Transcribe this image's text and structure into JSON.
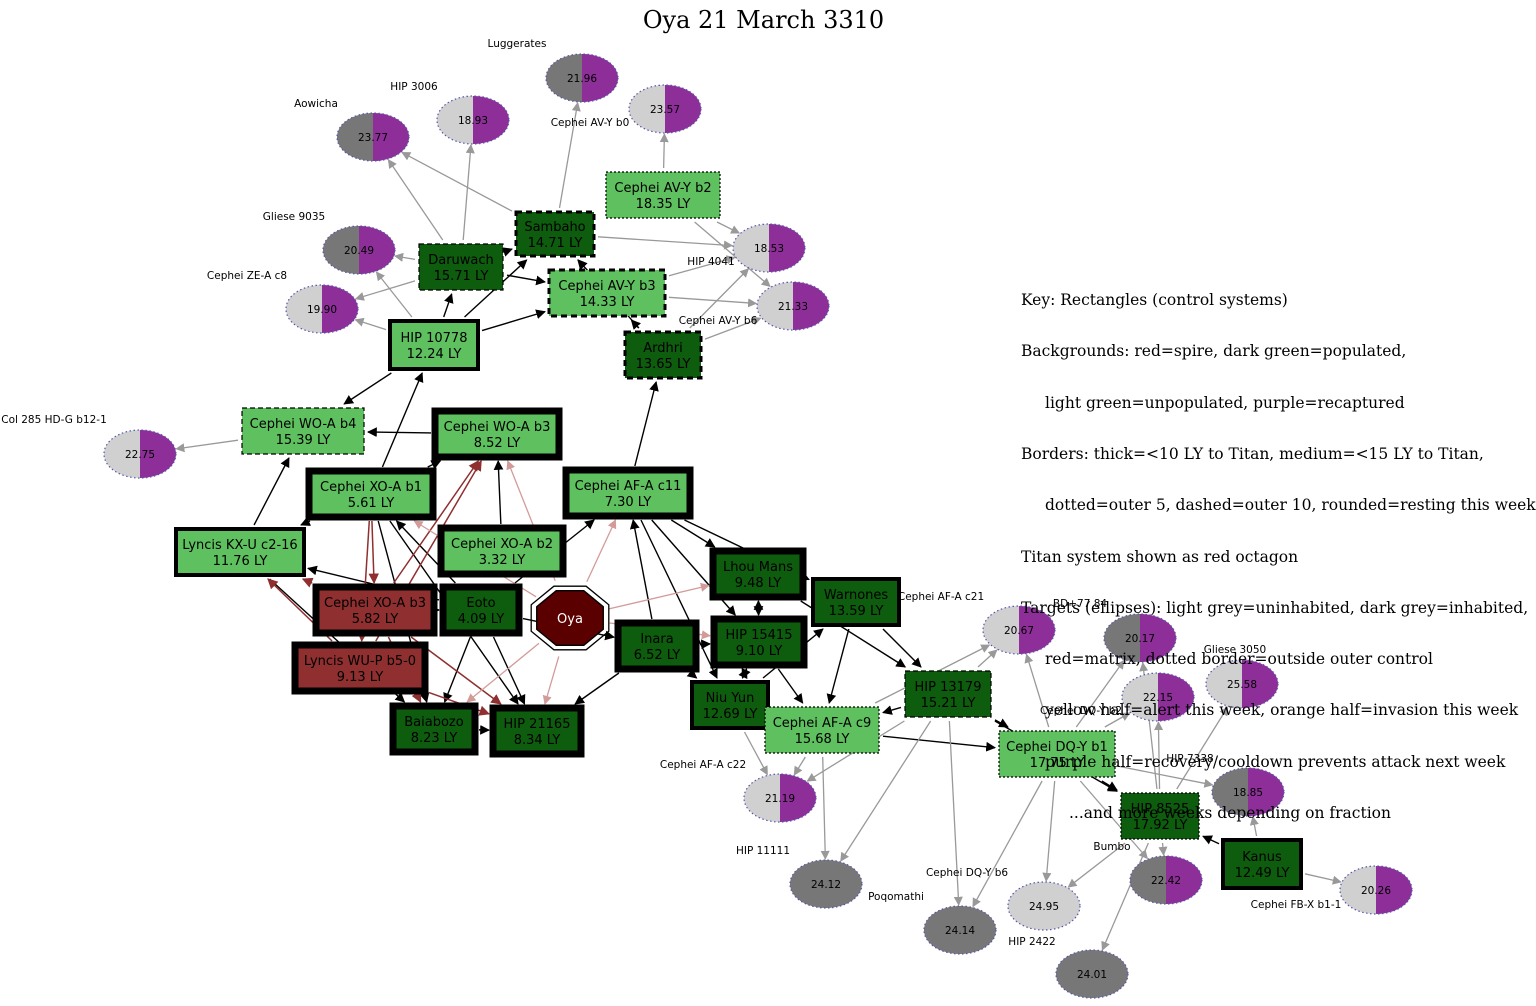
{
  "title": "Oya 21 March 3310",
  "colors": {
    "populated": "#0e5c0e",
    "unpopulated": "#5ec05e",
    "spire": "#8f2f2f",
    "titan": "#5a0000",
    "uninhabited": "#d0d0d0",
    "inhabited": "#777777",
    "recovery": "#8e2f99",
    "edge_control": "#000000",
    "edge_target": "#999999",
    "edge_titan": "#d49a9a",
    "edge_spire": "#8f2f2f"
  },
  "key": [
    "Key: Rectangles (control systems)",
    "Backgrounds: red=spire, dark green=populated,",
    "light green=unpopulated, purple=recaptured",
    "Borders: thick=<10 LY to Titan, medium=<15 LY to Titan,",
    "dotted=outer 5, dashed=outer 10, rounded=resting this week",
    "Titan system shown as red octagon",
    "Targets (ellipses): light grey=uninhabited, dark grey=inhabited,",
    "red=matrix, dotted border=outside outer control",
    "yellow half=alert this week, orange half=invasion this week",
    "purple half=recovery/cooldown prevents attack next week",
    "...and more weeks depending on fraction"
  ],
  "titan": {
    "id": "oya",
    "name": "Oya"
  },
  "systems": [
    {
      "id": "sambaho",
      "name": "Sambaho",
      "dist": "14.71 LY",
      "bg": "populated",
      "border": "medium-dashed"
    },
    {
      "id": "cephei-av-y-b2",
      "name": "Cephei AV-Y b2",
      "dist": "18.35 LY",
      "bg": "unpopulated",
      "border": "dotted"
    },
    {
      "id": "daruwach",
      "name": "Daruwach",
      "dist": "15.71 LY",
      "bg": "populated",
      "border": "dashed"
    },
    {
      "id": "cephei-av-y-b3",
      "name": "Cephei AV-Y b3",
      "dist": "14.33 LY",
      "bg": "unpopulated",
      "border": "medium-dashed"
    },
    {
      "id": "hip-10778",
      "name": "HIP 10778",
      "dist": "12.24 LY",
      "bg": "unpopulated",
      "border": "medium"
    },
    {
      "id": "ardhri",
      "name": "Ardhri",
      "dist": "13.65 LY",
      "bg": "populated",
      "border": "medium-dashed"
    },
    {
      "id": "cephei-wo-a-b4",
      "name": "Cephei WO-A b4",
      "dist": "15.39 LY",
      "bg": "unpopulated",
      "border": "dashed"
    },
    {
      "id": "cephei-wo-a-b3",
      "name": "Cephei WO-A b3",
      "dist": "8.52 LY",
      "bg": "unpopulated",
      "border": "thick"
    },
    {
      "id": "cephei-xo-a-b1",
      "name": "Cephei XO-A b1",
      "dist": "5.61 LY",
      "bg": "unpopulated",
      "border": "thick"
    },
    {
      "id": "cephei-af-a-c11",
      "name": "Cephei AF-A c11",
      "dist": "7.30 LY",
      "bg": "unpopulated",
      "border": "thick"
    },
    {
      "id": "lyncis-kx-u-c2-16",
      "name": "Lyncis KX-U c2-16",
      "dist": "11.76 LY",
      "bg": "unpopulated",
      "border": "medium"
    },
    {
      "id": "cephei-xo-a-b2",
      "name": "Cephei XO-A b2",
      "dist": "3.32 LY",
      "bg": "unpopulated",
      "border": "thick"
    },
    {
      "id": "lhou-mans",
      "name": "Lhou Mans",
      "dist": "9.48 LY",
      "bg": "populated",
      "border": "thick"
    },
    {
      "id": "cephei-xo-a-b3",
      "name": "Cephei XO-A b3",
      "dist": "5.82 LY",
      "bg": "spire",
      "border": "thick"
    },
    {
      "id": "eoto",
      "name": "Eoto",
      "dist": "4.09 LY",
      "bg": "populated",
      "border": "thick"
    },
    {
      "id": "warnones",
      "name": "Warnones",
      "dist": "13.59 LY",
      "bg": "populated",
      "border": "medium"
    },
    {
      "id": "inara",
      "name": "Inara",
      "dist": "6.52 LY",
      "bg": "populated",
      "border": "thick"
    },
    {
      "id": "hip-15415",
      "name": "HIP 15415",
      "dist": "9.10 LY",
      "bg": "populated",
      "border": "thick"
    },
    {
      "id": "lyncis-wu-p-b5-0",
      "name": "Lyncis WU-P b5-0",
      "dist": "9.13 LY",
      "bg": "spire",
      "border": "thick"
    },
    {
      "id": "hip-13179",
      "name": "HIP 13179",
      "dist": "15.21 LY",
      "bg": "populated",
      "border": "dashed"
    },
    {
      "id": "niu-yun",
      "name": "Niu Yun",
      "dist": "12.69 LY",
      "bg": "populated",
      "border": "medium"
    },
    {
      "id": "baiabozo",
      "name": "Baiabozo",
      "dist": "8.23 LY",
      "bg": "populated",
      "border": "thick"
    },
    {
      "id": "hip-21165",
      "name": "HIP 21165",
      "dist": "8.34 LY",
      "bg": "populated",
      "border": "thick"
    },
    {
      "id": "cephei-af-a-c9",
      "name": "Cephei AF-A c9",
      "dist": "15.68 LY",
      "bg": "unpopulated",
      "border": "dotted"
    },
    {
      "id": "cephei-dq-y-b1",
      "name": "Cephei DQ-Y b1",
      "dist": "17.75 LY",
      "bg": "unpopulated",
      "border": "dotted"
    },
    {
      "id": "hip-8525",
      "name": "HIP 8525",
      "dist": "17.92 LY",
      "bg": "populated",
      "border": "dotted"
    },
    {
      "id": "kanus",
      "name": "Kanus",
      "dist": "12.49 LY",
      "bg": "populated",
      "border": "medium"
    }
  ],
  "targets": [
    {
      "id": "t-luggerates",
      "name": "Luggerates",
      "dist": "21.96",
      "fill": "inhabited",
      "recovery": true
    },
    {
      "id": "t-cephei-av-y-b0",
      "name": "Cephei AV-Y b0",
      "dist": "23.57",
      "fill": "uninhabited",
      "recovery": true
    },
    {
      "id": "t-hip-3006",
      "name": "HIP 3006",
      "dist": "18.93",
      "fill": "uninhabited",
      "recovery": true
    },
    {
      "id": "t-aowicha",
      "name": "Aowicha",
      "dist": "23.77",
      "fill": "inhabited",
      "recovery": true
    },
    {
      "id": "t-gliese-9035",
      "name": "Gliese 9035",
      "dist": "20.49",
      "fill": "inhabited",
      "recovery": true
    },
    {
      "id": "t-hip-4041",
      "name": "HIP 4041",
      "dist": "18.53",
      "fill": "uninhabited",
      "recovery": true
    },
    {
      "id": "t-cephei-ze-a-c8",
      "name": "Cephei ZE-A c8",
      "dist": "19.90",
      "fill": "uninhabited",
      "recovery": true
    },
    {
      "id": "t-cephei-av-y-b6",
      "name": "Cephei AV-Y b6",
      "dist": "21.33",
      "fill": "uninhabited",
      "recovery": true
    },
    {
      "id": "t-col-285",
      "name": "Col 285 HD-G b12-1",
      "dist": "22.75",
      "fill": "uninhabited",
      "recovery": true
    },
    {
      "id": "t-cephei-af-a-c21",
      "name": "Cephei AF-A c21",
      "dist": "20.67",
      "fill": "uninhabited",
      "recovery": true
    },
    {
      "id": "t-bd77-84",
      "name": "BD+77 84",
      "dist": "20.17",
      "fill": "inhabited",
      "recovery": true
    },
    {
      "id": "t-gliese-3050",
      "name": "Gliese 3050",
      "dist": "25.58",
      "fill": "uninhabited",
      "recovery": true
    },
    {
      "id": "t-cephei-dq-y-b2",
      "name": "Cephei DQ-Y b2",
      "dist": "22.15",
      "fill": "uninhabited",
      "recovery": true
    },
    {
      "id": "t-hip-7338",
      "name": "HIP 7338",
      "dist": "18.85",
      "fill": "inhabited",
      "recovery": true
    },
    {
      "id": "t-cephei-af-a-c22",
      "name": "Cephei AF-A c22",
      "dist": "21.19",
      "fill": "uninhabited",
      "recovery": true
    },
    {
      "id": "t-hip-11111",
      "name": "HIP 11111",
      "dist": "24.12",
      "fill": "inhabited",
      "recovery": false
    },
    {
      "id": "t-bumbo",
      "name": "Bumbo",
      "dist": "22.42",
      "fill": "inhabited",
      "recovery": true
    },
    {
      "id": "t-cephei-fb-x-b1-1",
      "name": "Cephei FB-X b1-1",
      "dist": "20.26",
      "fill": "uninhabited",
      "recovery": true
    },
    {
      "id": "t-cephei-dq-y-b6",
      "name": "Cephei DQ-Y b6",
      "dist": "24.95",
      "fill": "uninhabited",
      "recovery": false
    },
    {
      "id": "t-poqomathi",
      "name": "Poqomathi",
      "dist": "24.14",
      "fill": "inhabited",
      "recovery": false
    },
    {
      "id": "t-hip-2422",
      "name": "HIP 2422",
      "dist": "24.01",
      "fill": "inhabited",
      "recovery": false
    }
  ]
}
